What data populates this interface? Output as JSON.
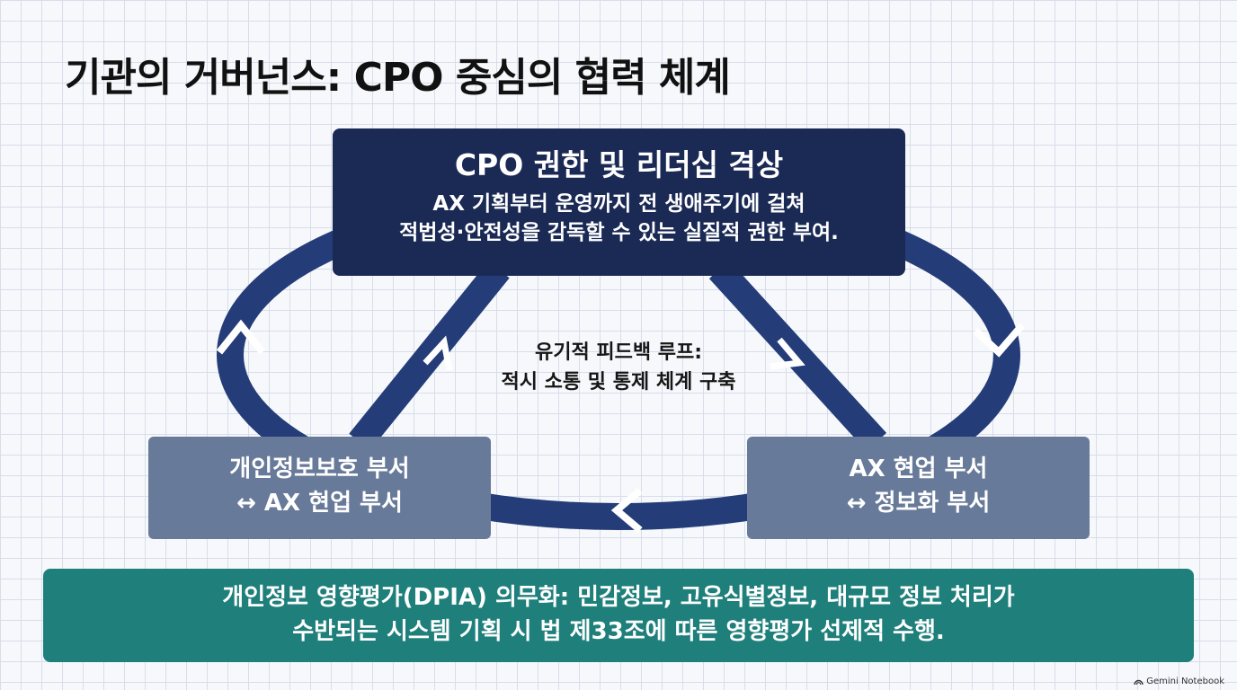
{
  "title": "기관의 거버넌스: CPO 중심의 협력 체계",
  "top_box": {
    "heading": "CPO 권한 및 리더십 격상",
    "line1": "AX 기획부터 운영까지 전 생애주기에 걸쳐",
    "line2": "적법성·안전성을 감독할 수 있는 실질적 권한 부여."
  },
  "center": {
    "line1": "유기적 피드백 루프:",
    "line2": "적시 소통 및 통제 체계 구축"
  },
  "left_box": {
    "line1": "개인정보보호 부서",
    "line2": "↔ AX 현업 부서"
  },
  "right_box": {
    "line1": "AX 현업 부서",
    "line2": "↔ 정보화 부서"
  },
  "bottom_box": {
    "line1": "개인정보 영향평가(DPIA) 의무화: 민감정보, 고유식별정보, 대규모 정보 처리가",
    "line2": "수반되는 시스템 기획 시 법 제33조에 따른 영향평가 선제적 수행."
  },
  "watermark": {
    "icon": "notebook-icon",
    "text": "Gemini Notebook"
  },
  "colors": {
    "navy": "#1b2a55",
    "loop": "#243c78",
    "slate": "#687a99",
    "teal": "#1e7f7b"
  }
}
